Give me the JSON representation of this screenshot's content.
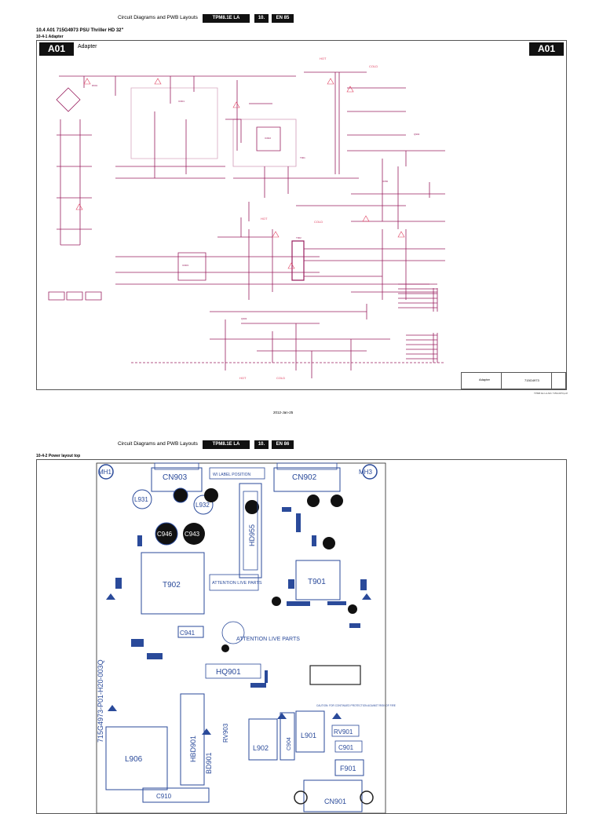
{
  "page1": {
    "header": {
      "title": "Circuit Diagrams and PWB Layouts",
      "model": "TPM8.1E LA",
      "chapter": "10.",
      "page": "EN 85"
    },
    "section_title": "10.4   A01 715G4973 PSU Thriller HD 32\"",
    "subsection": "10-4-1       Adapter",
    "tag_left": "A01",
    "tag_right": "A01",
    "diagram_label": "Adapter",
    "title_block": {
      "name": "Adapter",
      "code": "715G4973"
    },
    "annotations": {
      "hot_top": "HOT",
      "cold_top": "COLD",
      "hot_mid": "HOT",
      "cold_mid": "COLD",
      "hot_bottom": "HOT",
      "cold_bottom": "COLD"
    },
    "file_note": "TPM8.1E LA  A01 715G4973.pdf",
    "date": "2012-Jan-25"
  },
  "page2": {
    "header": {
      "title": "Circuit Diagrams and PWB Layouts",
      "model": "TPM8.1E LA",
      "chapter": "10.",
      "page": "EN 86"
    },
    "subsection": "10-4-2       Power layout top",
    "board_code": "715G4973-P01-H20-003Q",
    "labels": {
      "mh1": "MH1",
      "mh3": "MH3",
      "cn903": "CN903",
      "cn902": "CN902",
      "wi_label": "WI LABEL POSITION",
      "l931": "L931",
      "l932": "L932",
      "c946": "C946",
      "c943": "C943",
      "hd955": "HD955",
      "t902": "T902",
      "t901": "T901",
      "attention1": "ATTENTION LIVE PARTS",
      "attention2": "ATTENTION LIVE PARTS",
      "c941": "C941",
      "hq901": "HQ901",
      "l906": "L906",
      "hbd901": "HBD901",
      "bd901": "BD901",
      "rv903": "RV903",
      "l902": "L902",
      "c904": "C904",
      "l901": "L901",
      "rv901": "RV901",
      "c901": "C901",
      "f901": "F901",
      "cn901": "CN901",
      "c910": "C910",
      "caution": "CAUTION: FOR CONTINUED PROTECTION AGAINST RISK OF FIRE"
    }
  }
}
